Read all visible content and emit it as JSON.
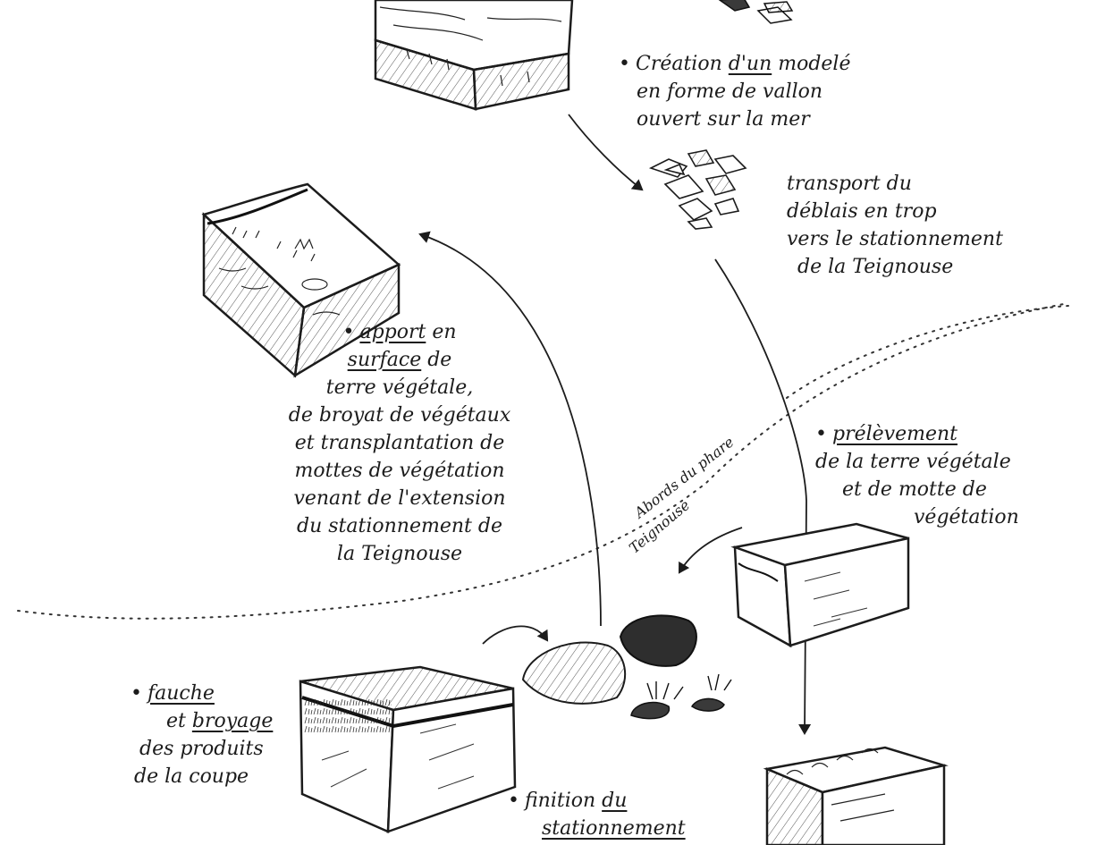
{
  "colors": {
    "ink": "#1c1c1c",
    "paper": "#ffffff",
    "rock": "#3a3a3a"
  },
  "annotations": {
    "creation": {
      "l1_pre": "Création ",
      "l1_u": "d'un",
      "l1_post": " modelé",
      "l2": "en forme de vallon",
      "l3": "ouvert sur la mer"
    },
    "transport": {
      "l1": "transport du",
      "l2": "déblais en trop",
      "l3": "vers le stationnement",
      "l4": "de la Teignouse"
    },
    "apport": {
      "l1_u": "apport",
      "l1_post": " en",
      "l2_u": "surface",
      "l2_post": " de",
      "l3": "terre végétale,",
      "l4": "de broyat de végétaux",
      "l5": "et transplantation de",
      "l6": "mottes de végétation",
      "l7": "venant de l'extension",
      "l8": "du stationnement de",
      "l9": "la Teignouse"
    },
    "prelevement": {
      "l1_u": "prélèvement",
      "l2": "de la terre végétale",
      "l3": "et de motte de",
      "l4": "végétation"
    },
    "fauche": {
      "l1_u": "fauche",
      "l2_pre": "et ",
      "l2_u": "broyage",
      "l3": "des produits",
      "l4": "de la coupe"
    },
    "finition": {
      "l1_pre": "finition ",
      "l1_u": "du",
      "l2_u": "stationnement"
    },
    "zone_labels": {
      "abords": "Abords du phare",
      "teignouse": "Teignouse"
    }
  }
}
